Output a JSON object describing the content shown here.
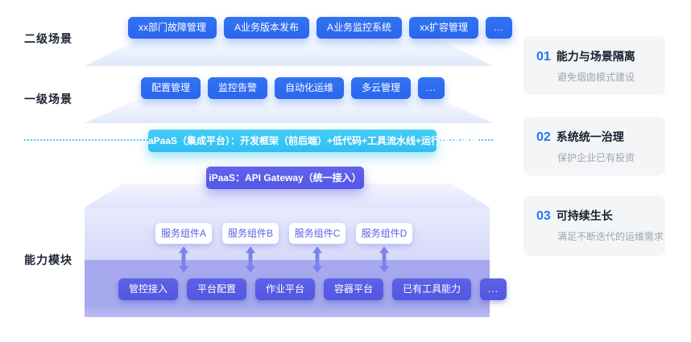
{
  "diagram": {
    "labels": {
      "secondary_scene": "二级场景",
      "primary_scene": "一级场景",
      "capability_module": "能力模块"
    },
    "secondary_scene_items": [
      "xx部门故障管理",
      "A业务版本发布",
      "A业务监控系统",
      "xx扩容管理",
      "..."
    ],
    "primary_scene_items": [
      "配置管理",
      "监控告警",
      "自动化运维",
      "多云管理",
      "..."
    ],
    "apaas_bar": "aPaaS（集成平台）：开发框架（前后端）+低代码+工具流水线+运行环境托管",
    "ipaas_bar": "iPaaS：API Gateway（统一接入）",
    "service_components": [
      "服务组件A",
      "服务组件B",
      "服务组件C",
      "服务组件D"
    ],
    "capability_items": [
      "管控接入",
      "平台配置",
      "作业平台",
      "容器平台",
      "已有工具能力",
      "..."
    ]
  },
  "right_panel": {
    "cards": [
      {
        "number": "01",
        "title": "能力与场景隔离",
        "subtitle": "避免烟囱模式建设"
      },
      {
        "number": "02",
        "title": "系统统一治理",
        "subtitle": "保护企业已有投资"
      },
      {
        "number": "03",
        "title": "可持续生长",
        "subtitle": "满足不断迭代的运维需求"
      }
    ]
  },
  "colors": {
    "primary_blue": "#2b6cf0",
    "cyan_bar": "#3ac7f5",
    "indigo_bar": "#5a5ce8",
    "box_band_purple": "#a6a9ee",
    "purple_button": "#575ce2",
    "component_text": "#5b5fe8",
    "number_blue": "#2377f2",
    "subtitle_gray": "#9ea6b1",
    "dotted_line": "#55c8f1"
  }
}
